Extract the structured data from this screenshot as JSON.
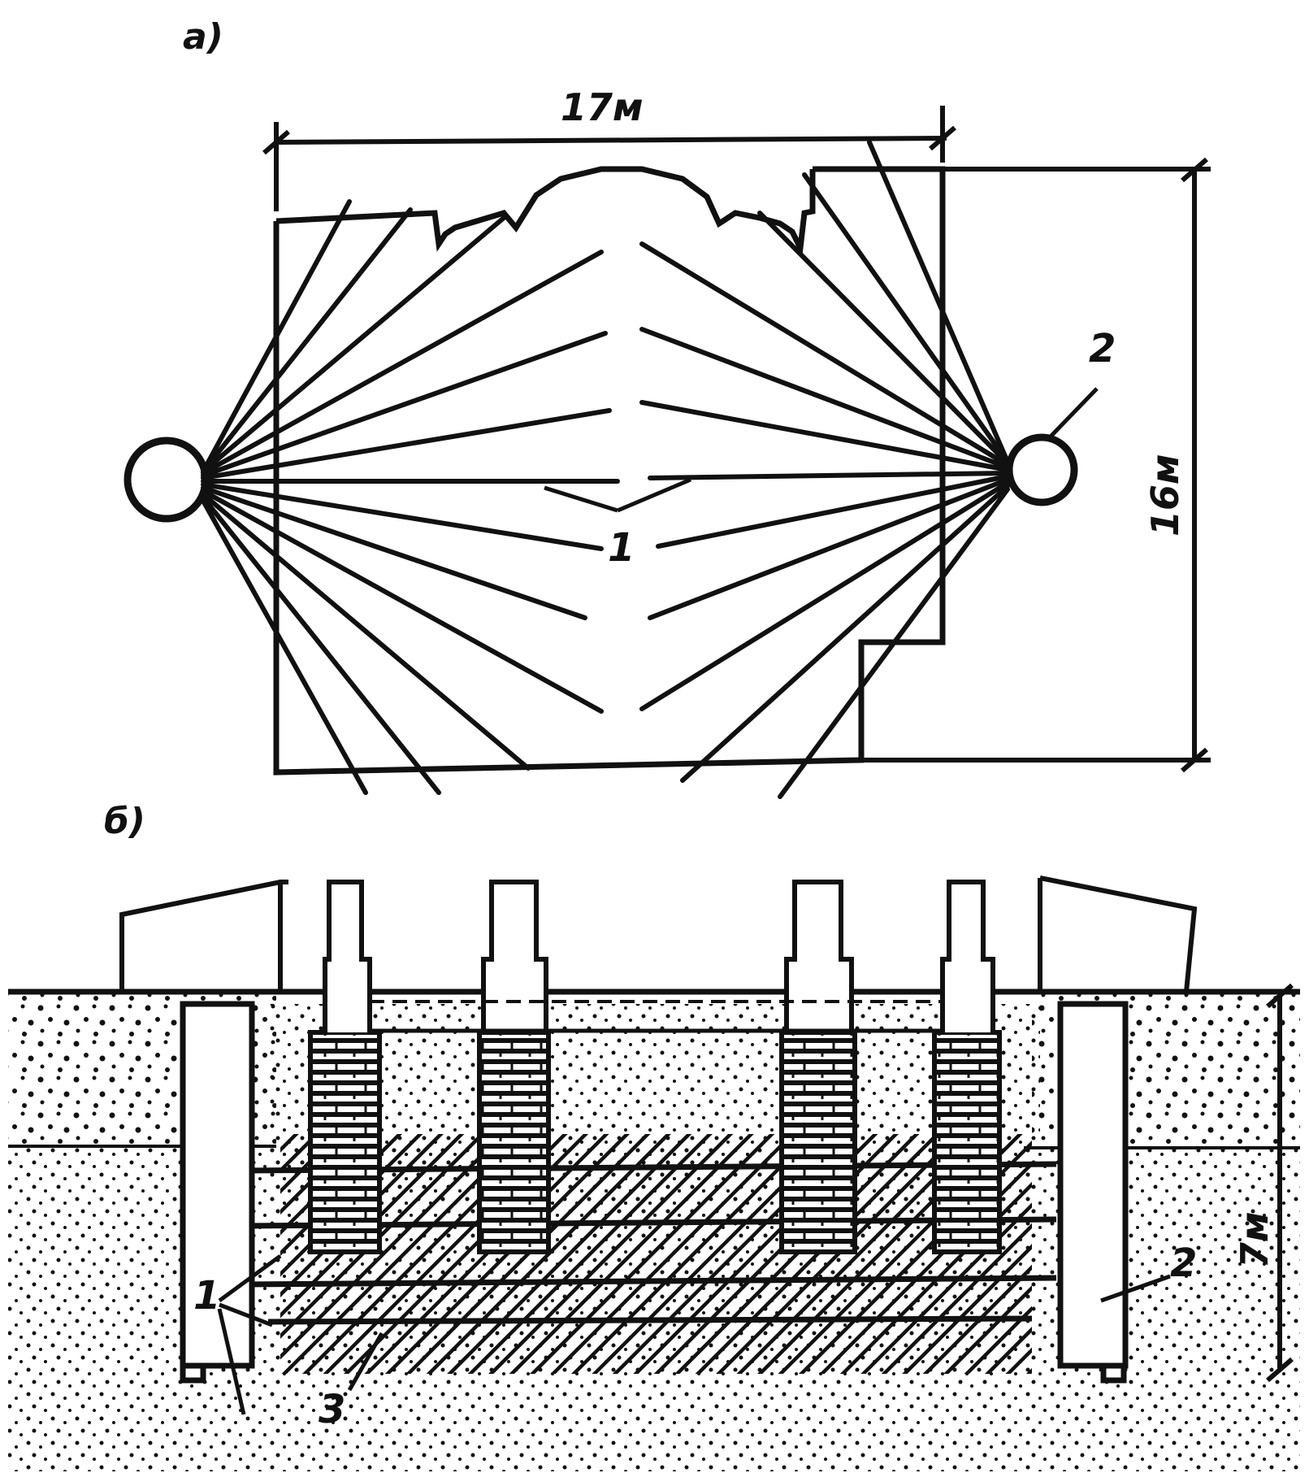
{
  "figure_a": {
    "panel_label": "a)",
    "dimension_width": "17м",
    "dimension_height": "16м",
    "callout_1": "1",
    "callout_2": "2"
  },
  "figure_b": {
    "panel_label": "б)",
    "callout_1": "1",
    "callout_2": "2",
    "callout_3": "3",
    "dimension_depth": "7м"
  },
  "colors": {
    "ink": "#111111",
    "paper": "#ffffff"
  }
}
